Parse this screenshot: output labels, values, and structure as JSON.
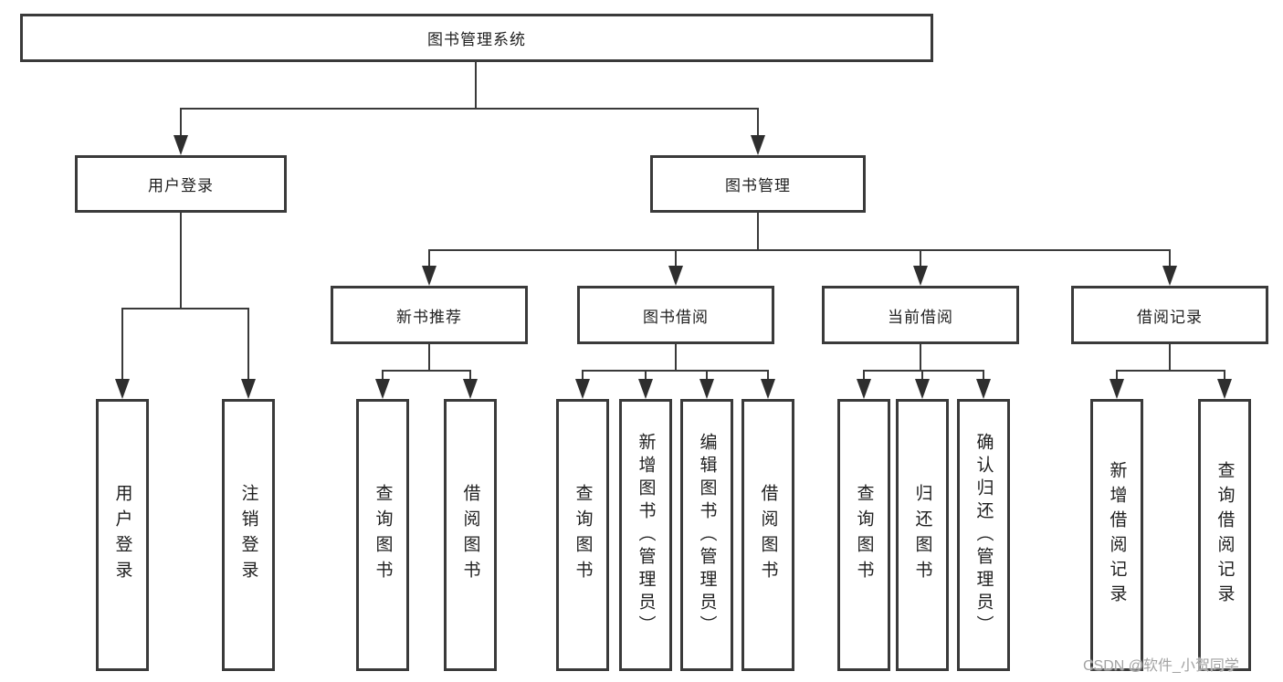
{
  "diagram": {
    "title": "图书管理系统",
    "nodes": {
      "user_login": "用户登录",
      "book_management": "图书管理",
      "new_book_recommend": "新书推荐",
      "book_borrow": "图书借阅",
      "current_borrow": "当前借阅",
      "borrow_records": "借阅记录"
    },
    "leaves": {
      "user_login": "用户登录",
      "logout": "注销登录",
      "recommend_query_books": "查询图书",
      "recommend_borrow_books": "借阅图书",
      "borrow_query_books": "查询图书",
      "borrow_add_books": "新增图书（管理员）",
      "borrow_edit_books": "编辑图书（管理员）",
      "borrow_borrow_books": "借阅图书",
      "current_query_books": "查询图书",
      "current_return_books": "归还图书",
      "current_confirm_return": "确认归还（管理员）",
      "records_add_record": "新增借阅记录",
      "records_query_record": "查询借阅记录"
    },
    "watermark": "CSDN @软件_小贺同学",
    "colors": {
      "line": "#3a3a3a",
      "text": "#1f1f1f",
      "background": "#ffffff",
      "watermark": "#a3a3a3"
    }
  }
}
